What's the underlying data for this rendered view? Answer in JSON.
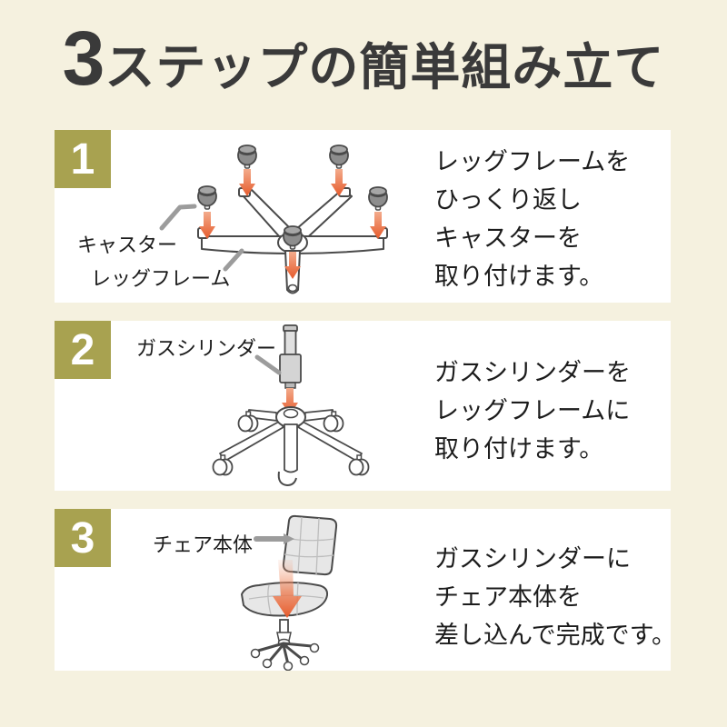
{
  "title": {
    "big": "3",
    "rest": "ステップの簡単組み立て"
  },
  "colors": {
    "background": "#f5f1df",
    "card": "#ffffff",
    "step_badge_olive": "#a8a250",
    "badge_text": "#ffffff",
    "title_text": "#3a3a3a",
    "body_text": "#1c1c1c",
    "outline_gray": "#4a4a4a",
    "pointer_gray": "#9c9c9c",
    "caster_gray": "#8d8d8d",
    "chair_gray": "#e7e7e7",
    "arrow_orange": "#e65a2b",
    "arrow_orange_light": "#f3ab8c"
  },
  "steps": [
    {
      "number": "1",
      "diagram": "leg-frame-with-five-casters",
      "labels": {
        "caster": "キャスター",
        "leg_frame": "レッグフレーム"
      },
      "description_lines": [
        "レッグフレームを",
        "ひっくり返し",
        "キャスターを",
        "取り付けます。"
      ]
    },
    {
      "number": "2",
      "diagram": "gas-cylinder-into-leg-frame",
      "labels": {
        "gas_cylinder": "ガスシリンダー"
      },
      "description_lines": [
        "ガスシリンダーを",
        "レッグフレームに",
        "取り付けます。"
      ]
    },
    {
      "number": "3",
      "diagram": "chair-body-onto-base",
      "labels": {
        "chair_body": "チェア本体"
      },
      "description_lines": [
        "ガスシリンダーに",
        "チェア本体を",
        "差し込んで完成です。"
      ]
    }
  ]
}
